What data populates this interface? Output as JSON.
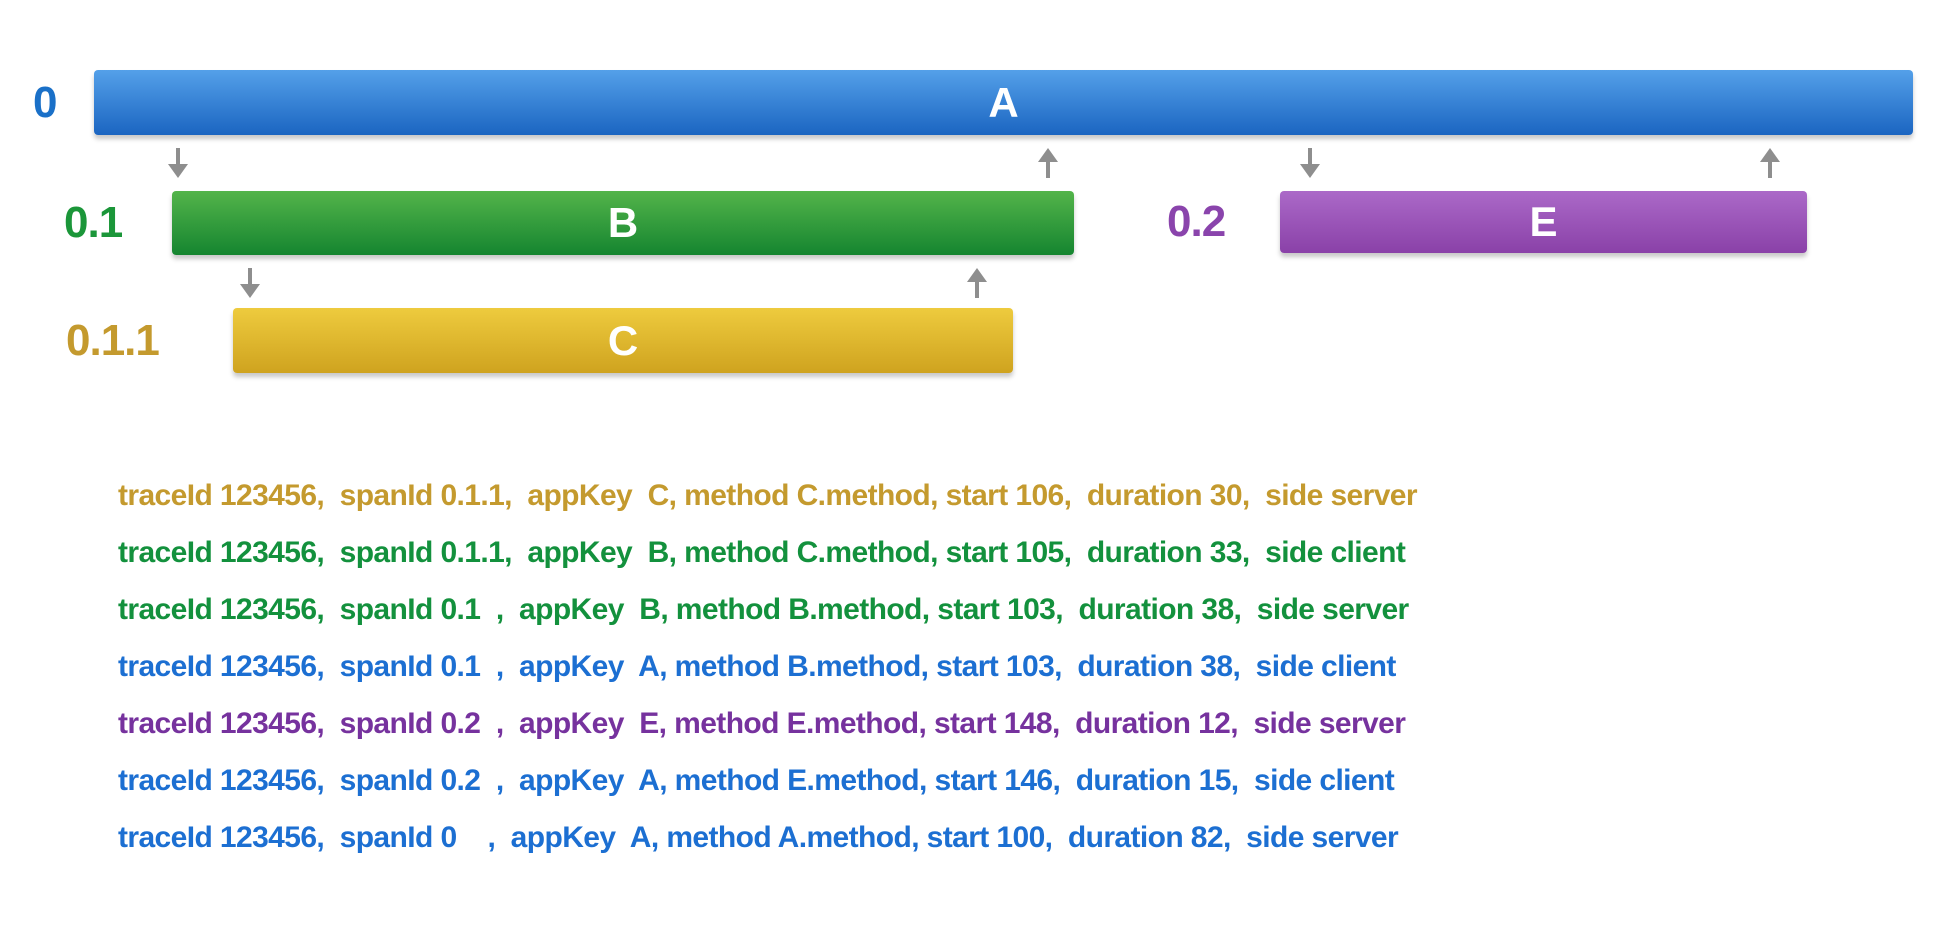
{
  "diagram": {
    "bar_letter_color": "#ffffff",
    "arrow_color": "#8e8e8e",
    "spans": [
      {
        "row_label": "0",
        "bar_label": "A",
        "label_color": "#1a70c8",
        "top_color": "#54a0e9",
        "bottom_color": "#1b65c1"
      },
      {
        "row_label": "0.1",
        "bar_label": "B",
        "label_color": "#1b9639",
        "top_color": "#53b44a",
        "bottom_color": "#158530"
      },
      {
        "row_label": "0.2",
        "bar_label": "E",
        "label_color": "#8a44ac",
        "top_color": "#ab69c8",
        "bottom_color": "#8a41a8"
      },
      {
        "row_label": "0.1.1",
        "bar_label": "C",
        "label_color": "#c49a2e",
        "top_color": "#eecb3e",
        "bottom_color": "#cfa31f"
      }
    ]
  },
  "log": {
    "lines": [
      {
        "text": "traceId 123456,  spanId 0.1.1,  appKey  C, method C.method, start 106,  duration 30,  side server",
        "color": "#c49a2e",
        "traceId": "123456",
        "spanId": "0.1.1",
        "appKey": "C",
        "method": "C.method",
        "start": 106,
        "duration": 30,
        "side": "server"
      },
      {
        "text": "traceId 123456,  spanId 0.1.1,  appKey  B, method C.method, start 105,  duration 33,  side client",
        "color": "#13913d",
        "traceId": "123456",
        "spanId": "0.1.1",
        "appKey": "B",
        "method": "C.method",
        "start": 105,
        "duration": 33,
        "side": "client"
      },
      {
        "text": "traceId 123456,  spanId 0.1  ,  appKey  B, method B.method, start 103,  duration 38,  side server",
        "color": "#13913d",
        "traceId": "123456",
        "spanId": "0.1",
        "appKey": "B",
        "method": "B.method",
        "start": 103,
        "duration": 38,
        "side": "server"
      },
      {
        "text": "traceId 123456,  spanId 0.1  ,  appKey  A, method B.method, start 103,  duration 38,  side client",
        "color": "#1c6fd2",
        "traceId": "123456",
        "spanId": "0.1",
        "appKey": "A",
        "method": "B.method",
        "start": 103,
        "duration": 38,
        "side": "client"
      },
      {
        "text": "traceId 123456,  spanId 0.2  ,  appKey  E, method E.method, start 148,  duration 12,  side server",
        "color": "#76329e",
        "traceId": "123456",
        "spanId": "0.2",
        "appKey": "E",
        "method": "E.method",
        "start": 148,
        "duration": 12,
        "side": "server"
      },
      {
        "text": "traceId 123456,  spanId 0.2  ,  appKey  A, method E.method, start 146,  duration 15,  side client",
        "color": "#1c6fd2",
        "traceId": "123456",
        "spanId": "0.2",
        "appKey": "A",
        "method": "E.method",
        "start": 146,
        "duration": 15,
        "side": "client"
      },
      {
        "text": "traceId 123456,  spanId 0    ,  appKey  A, method A.method, start 100,  duration 82,  side server",
        "color": "#1c6fd2",
        "traceId": "123456",
        "spanId": "0",
        "appKey": "A",
        "method": "A.method",
        "start": 100,
        "duration": 82,
        "side": "server"
      }
    ]
  }
}
